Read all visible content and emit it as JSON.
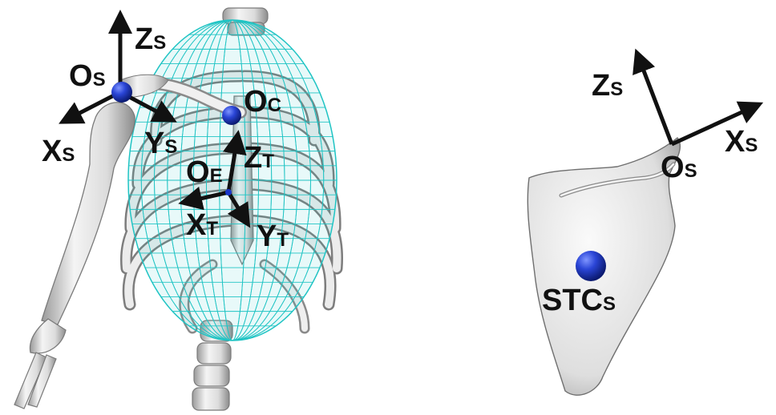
{
  "colors": {
    "bone": "#eeeeee",
    "bone_shadow": "#8a8a8a",
    "mesh": "#20c4c4",
    "point": "#1a35c8",
    "axis": "#111111"
  },
  "left_view": {
    "shoulder_frame": {
      "origin": {
        "main": "O",
        "sub": "S"
      },
      "z_axis": {
        "main": "Z",
        "sub": "S"
      },
      "x_axis": {
        "main": "X",
        "sub": "S"
      },
      "y_axis": {
        "main": "Y",
        "sub": "S"
      }
    },
    "thorax_center": {
      "main": "O",
      "sub": "C"
    },
    "thorax_frame": {
      "origin": {
        "main": "O",
        "sub": "E"
      },
      "z_axis": {
        "main": "Z",
        "sub": "T"
      },
      "x_axis": {
        "main": "X",
        "sub": "T"
      },
      "y_axis": {
        "main": "Y",
        "sub": "T"
      }
    }
  },
  "right_view": {
    "scapula_frame": {
      "origin": {
        "main": "O",
        "sub": "S"
      },
      "z_axis": {
        "main": "Z",
        "sub": "S"
      },
      "x_axis": {
        "main": "X",
        "sub": "S"
      }
    },
    "contact_point": {
      "main": "STC",
      "sub": "S"
    }
  }
}
